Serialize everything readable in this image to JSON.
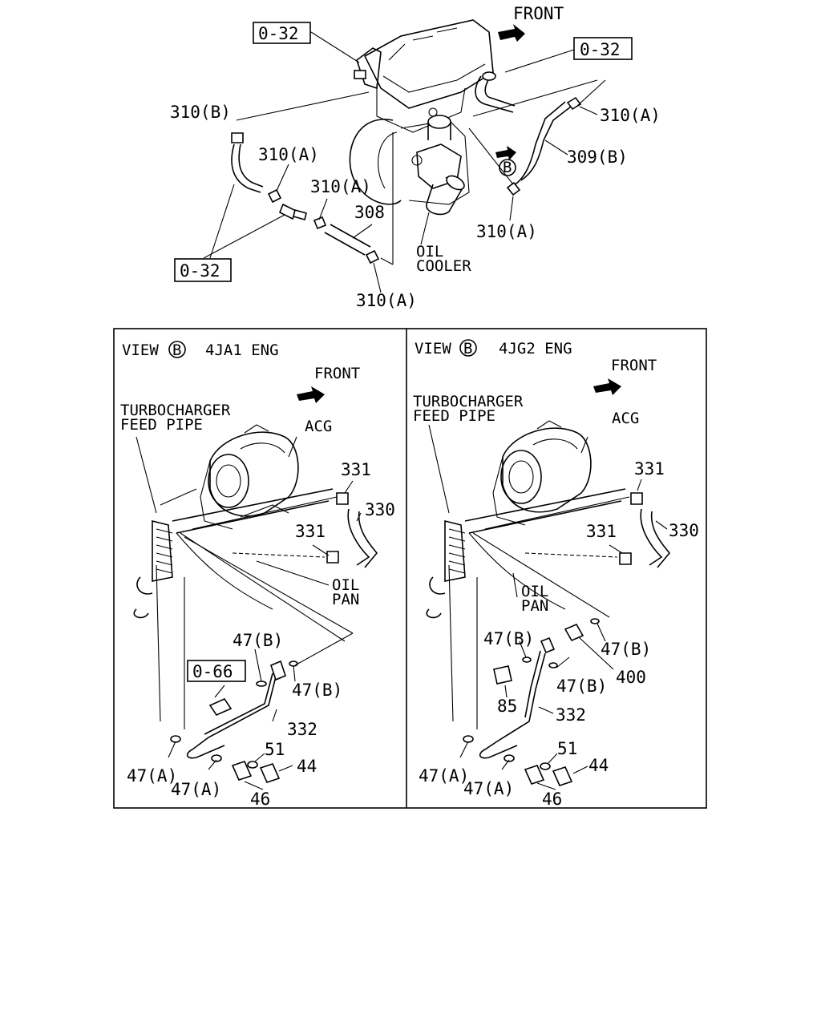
{
  "top": {
    "front_label": "FRONT",
    "ref_boxes": [
      "0-32",
      "0-32",
      "0-32"
    ],
    "labels": {
      "clamp_b": "310(B)",
      "clamp_a": "310(A)",
      "hose_b": "309(B)",
      "pipe": "308",
      "oil_cooler_1": "OIL",
      "oil_cooler_2": "COOLER",
      "view_b": "B"
    }
  },
  "left_panel": {
    "view_word": "VIEW",
    "view_letter": "B",
    "engine": "4JA1 ENG",
    "front_label": "FRONT",
    "turbo_1": "TURBOCHARGER",
    "turbo_2": "FEED PIPE",
    "acg": "ACG",
    "oil_pan_1": "OIL",
    "oil_pan_2": "PAN",
    "ref_box": "0-66",
    "parts": {
      "p331": "331",
      "p330": "330",
      "p47b": "47(B)",
      "p332": "332",
      "p51": "51",
      "p44": "44",
      "p47a": "47(A)",
      "p46": "46"
    }
  },
  "right_panel": {
    "view_word": "VIEW",
    "view_letter": "B",
    "engine": "4JG2 ENG",
    "front_label": "FRONT",
    "turbo_1": "TURBOCHARGER",
    "turbo_2": "FEED PIPE",
    "acg": "ACG",
    "oil_pan_1": "OIL",
    "oil_pan_2": "PAN",
    "parts": {
      "p331": "331",
      "p330": "330",
      "p47b": "47(B)",
      "p400": "400",
      "p85": "85",
      "p332": "332",
      "p51": "51",
      "p44": "44",
      "p47a": "47(A)",
      "p46": "46"
    }
  }
}
